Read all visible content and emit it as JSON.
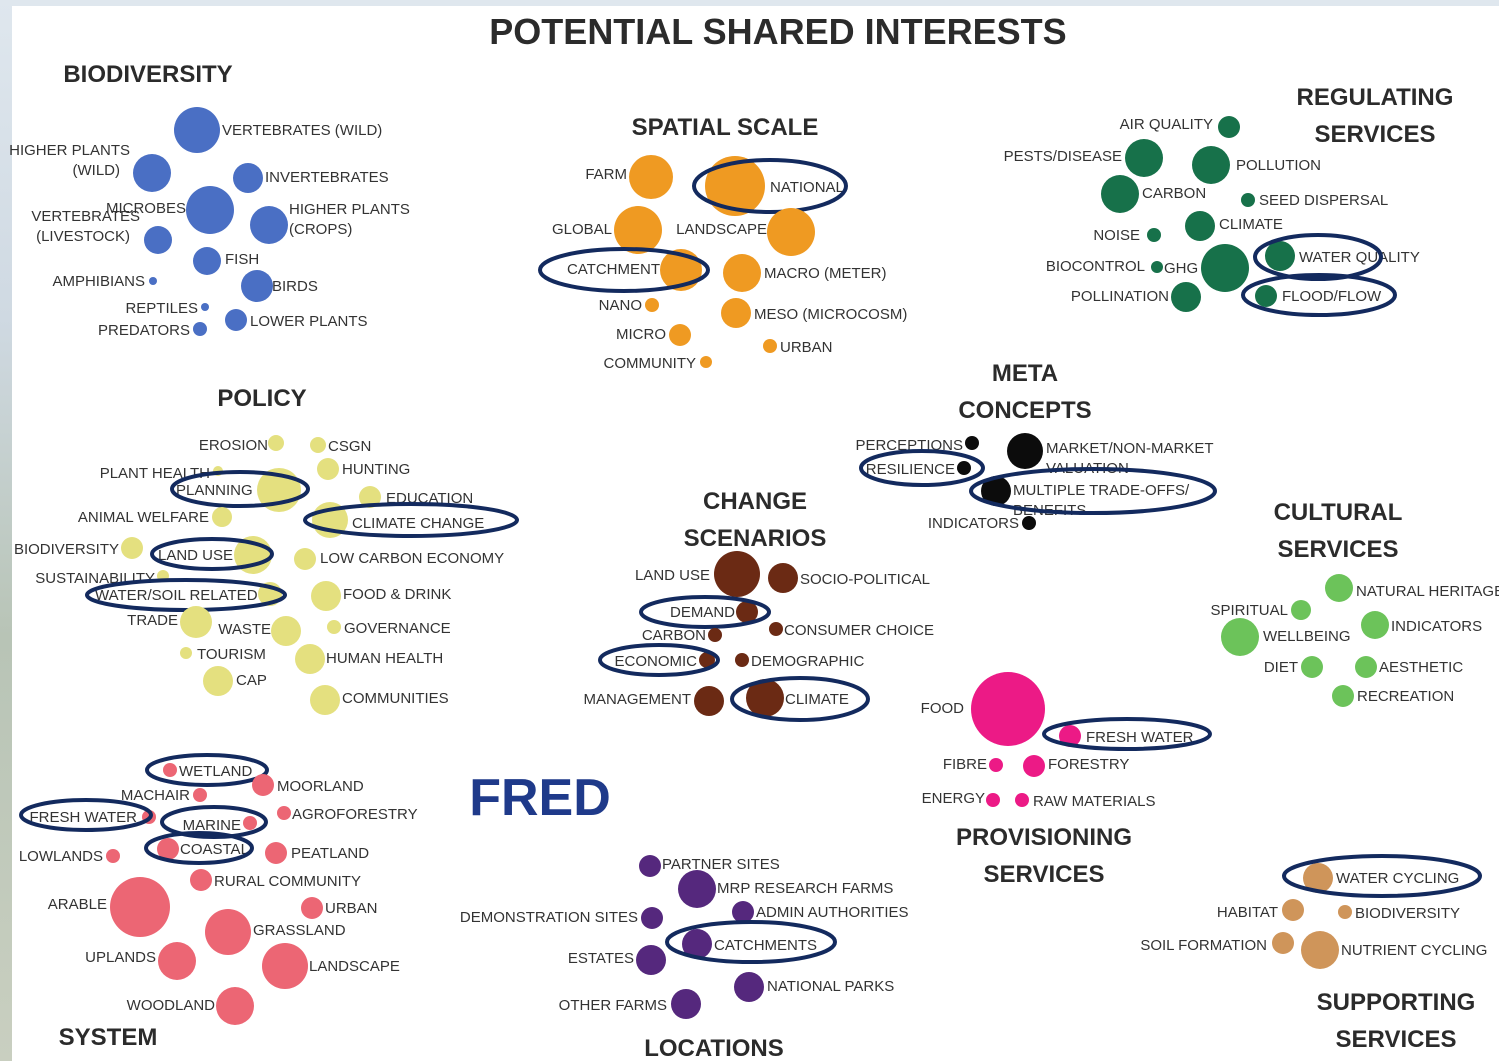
{
  "title": "POTENTIAL SHARED INTERESTS",
  "fred_label": "FRED",
  "colors": {
    "biodiversity": "#4a6fc4",
    "spatial_scale": "#ef9a22",
    "regulating": "#17714a",
    "policy": "#e4e07f",
    "meta": "#0c0c0c",
    "change": "#6b2a14",
    "cultural": "#6cc35a",
    "system": "#ec6674",
    "provisioning": "#ec1a86",
    "locations": "#55287d",
    "supporting": "#cf955a",
    "highlight_ring": "#132a5e"
  },
  "groups": [
    {
      "id": "biodiversity",
      "title_lines": [
        "BIODIVERSITY"
      ],
      "items": [
        {
          "label": "VERTEBRATES (WILD)"
        },
        {
          "label": "HIGHER PLANTS (WILD)"
        },
        {
          "label": "INVERTEBRATES"
        },
        {
          "label": "MICROBES"
        },
        {
          "label": "HIGHER PLANTS (CROPS)"
        },
        {
          "label": "VERTEBRATES (LIVESTOCK)"
        },
        {
          "label": "FISH"
        },
        {
          "label": "AMPHIBIANS"
        },
        {
          "label": "BIRDS"
        },
        {
          "label": "REPTILES"
        },
        {
          "label": "PREDATORS"
        },
        {
          "label": "LOWER PLANTS"
        }
      ]
    },
    {
      "id": "spatial_scale",
      "title_lines": [
        "SPATIAL SCALE"
      ],
      "items": [
        {
          "label": "FARM"
        },
        {
          "label": "NATIONAL",
          "highlighted": true
        },
        {
          "label": "GLOBAL"
        },
        {
          "label": "LANDSCAPE"
        },
        {
          "label": "CATCHMENT",
          "highlighted": true
        },
        {
          "label": "MACRO (METER)"
        },
        {
          "label": "NANO"
        },
        {
          "label": "MESO (MICROCOSM)"
        },
        {
          "label": "MICRO"
        },
        {
          "label": "URBAN"
        },
        {
          "label": "COMMUNITY"
        }
      ]
    },
    {
      "id": "regulating",
      "title_lines": [
        "REGULATING",
        "SERVICES"
      ],
      "items": [
        {
          "label": "AIR QUALITY"
        },
        {
          "label": "PESTS/DISEASE"
        },
        {
          "label": "POLLUTION"
        },
        {
          "label": "CARBON"
        },
        {
          "label": "SEED DISPERSAL"
        },
        {
          "label": "CLIMATE"
        },
        {
          "label": "NOISE"
        },
        {
          "label": "WATER QUALITY",
          "highlighted": true
        },
        {
          "label": "BIOCONTROL"
        },
        {
          "label": "GHG"
        },
        {
          "label": "POLLINATION"
        },
        {
          "label": "FLOOD/FLOW",
          "highlighted": true
        }
      ]
    },
    {
      "id": "policy",
      "title_lines": [
        "POLICY"
      ],
      "items": [
        {
          "label": "EROSION"
        },
        {
          "label": "CSGN"
        },
        {
          "label": "HUNTING"
        },
        {
          "label": "PLANT HEALTH"
        },
        {
          "label": "PLANNING",
          "highlighted": true
        },
        {
          "label": "EDUCATION"
        },
        {
          "label": "ANIMAL WELFARE"
        },
        {
          "label": "CLIMATE CHANGE",
          "highlighted": true
        },
        {
          "label": "BIODIVERSITY"
        },
        {
          "label": "LAND USE",
          "highlighted": true
        },
        {
          "label": "LOW CARBON ECONOMY"
        },
        {
          "label": "SUSTAINABILITY"
        },
        {
          "label": "WATER/SOIL RELATED",
          "highlighted": true
        },
        {
          "label": "FOOD & DRINK"
        },
        {
          "label": "TRADE"
        },
        {
          "label": "WASTE"
        },
        {
          "label": "GOVERNANCE"
        },
        {
          "label": "TOURISM"
        },
        {
          "label": "HUMAN HEALTH"
        },
        {
          "label": "CAP"
        },
        {
          "label": "COMMUNITIES"
        }
      ]
    },
    {
      "id": "meta",
      "title_lines": [
        "META",
        "CONCEPTS"
      ],
      "items": [
        {
          "label": "PERCEPTIONS"
        },
        {
          "label": "MARKET/NON-MARKET VALUATION"
        },
        {
          "label": "RESILIENCE",
          "highlighted": true
        },
        {
          "label": "MULTIPLE TRADE-OFFS/ BENEFITS",
          "highlighted": true
        },
        {
          "label": "INDICATORS"
        }
      ]
    },
    {
      "id": "change",
      "title_lines": [
        "CHANGE",
        "SCENARIOS"
      ],
      "items": [
        {
          "label": "LAND USE"
        },
        {
          "label": "SOCIO-POLITICAL"
        },
        {
          "label": "DEMAND",
          "highlighted": true
        },
        {
          "label": "CARBON"
        },
        {
          "label": "CONSUMER CHOICE"
        },
        {
          "label": "ECONOMIC",
          "highlighted": true
        },
        {
          "label": "DEMOGRAPHIC"
        },
        {
          "label": "MANAGEMENT"
        },
        {
          "label": "CLIMATE",
          "highlighted": true
        }
      ]
    },
    {
      "id": "cultural",
      "title_lines": [
        "CULTURAL",
        "SERVICES"
      ],
      "items": [
        {
          "label": "NATURAL HERITAGE"
        },
        {
          "label": "SPIRITUAL"
        },
        {
          "label": "WELLBEING"
        },
        {
          "label": "INDICATORS"
        },
        {
          "label": "DIET"
        },
        {
          "label": "AESTHETIC"
        },
        {
          "label": "RECREATION"
        }
      ]
    },
    {
      "id": "system",
      "title_lines": [
        "SYSTEM"
      ],
      "items": [
        {
          "label": "WETLAND",
          "highlighted": true
        },
        {
          "label": "MOORLAND"
        },
        {
          "label": "MACHAIR"
        },
        {
          "label": "FRESH WATER",
          "highlighted": true
        },
        {
          "label": "MARINE",
          "highlighted": true
        },
        {
          "label": "AGROFORESTRY"
        },
        {
          "label": "COASTAL",
          "highlighted": true
        },
        {
          "label": "LOWLANDS"
        },
        {
          "label": "PEATLAND"
        },
        {
          "label": "RURAL COMMUNITY"
        },
        {
          "label": "ARABLE"
        },
        {
          "label": "URBAN"
        },
        {
          "label": "GRASSLAND"
        },
        {
          "label": "UPLANDS"
        },
        {
          "label": "LANDSCAPE"
        },
        {
          "label": "WOODLAND"
        }
      ]
    },
    {
      "id": "provisioning",
      "title_lines": [
        "PROVISIONING",
        "SERVICES"
      ],
      "items": [
        {
          "label": "FOOD"
        },
        {
          "label": "FRESH WATER",
          "highlighted": true
        },
        {
          "label": "FIBRE"
        },
        {
          "label": "FORESTRY"
        },
        {
          "label": "ENERGY"
        },
        {
          "label": "RAW MATERIALS"
        }
      ]
    },
    {
      "id": "locations",
      "title_lines": [
        "LOCATIONS"
      ],
      "items": [
        {
          "label": "PARTNER SITES"
        },
        {
          "label": "MRP RESEARCH FARMS"
        },
        {
          "label": "DEMONSTRATION SITES"
        },
        {
          "label": "ADMIN AUTHORITIES"
        },
        {
          "label": "CATCHMENTS",
          "highlighted": true
        },
        {
          "label": "ESTATES"
        },
        {
          "label": "NATIONAL PARKS"
        },
        {
          "label": "OTHER FARMS"
        }
      ]
    },
    {
      "id": "supporting",
      "title_lines": [
        "SUPPORTING",
        "SERVICES"
      ],
      "items": [
        {
          "label": "WATER CYCLING",
          "highlighted": true
        },
        {
          "label": "HABITAT"
        },
        {
          "label": "BIODIVERSITY"
        },
        {
          "label": "SOIL FORMATION"
        },
        {
          "label": "NUTRIENT CYCLING"
        }
      ]
    }
  ]
}
